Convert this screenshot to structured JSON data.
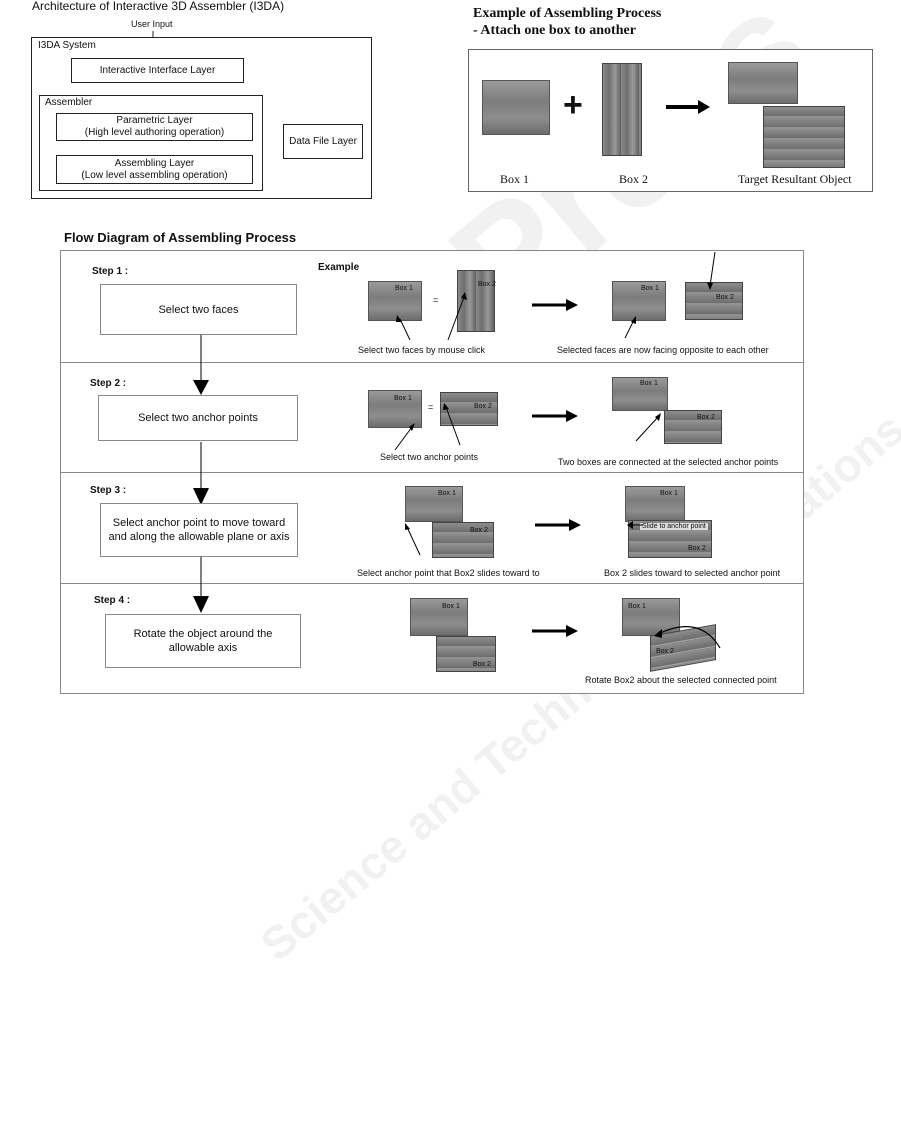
{
  "architecture": {
    "title": "Architecture of Interactive 3D Assembler (I3DA)",
    "user_input": "User Input",
    "system_label": "I3DA System",
    "interface_layer": "Interactive Interface Layer",
    "assembler_label": "Assembler",
    "parametric_layer": [
      "Parametric Layer",
      "(High level authoring operation)"
    ],
    "assembling_layer": [
      "Assembling Layer",
      "(Low level assembling operation)"
    ],
    "data_file_layer": "Data File Layer"
  },
  "example": {
    "title_line1": "Example of Assembling Process",
    "title_line2": "- Attach one box to another",
    "plus": "+",
    "labels": [
      "Box 1",
      "Box 2",
      "Target Resultant Object"
    ]
  },
  "flow": {
    "title": "Flow Diagram of Assembling Process",
    "example_label": "Example",
    "box1": "Box 1",
    "box2": "Box 2",
    "steps": [
      {
        "label": "Step 1 :",
        "text": "Select two faces",
        "caption_left": "Select two faces by mouse click",
        "caption_right": "Selected faces are now facing opposite to each other"
      },
      {
        "label": "Step 2 :",
        "text": "Select two anchor points",
        "caption_left": "Select two anchor points",
        "caption_right": "Two boxes are connected at the selected anchor points"
      },
      {
        "label": "Step 3 :",
        "text": "Select anchor point to move toward and along the allowable plane or axis",
        "caption_left": "Select anchor point that Box2 slides toward to",
        "caption_right": "Box 2 slides toward to selected anchor point",
        "slide_note": "Slide to anchor point"
      },
      {
        "label": "Step 4 :",
        "text": "Rotate the object around the allowable axis",
        "caption_right": "Rotate Box2 about the selected connected point"
      }
    ]
  },
  "watermark": {
    "big": "SciTePress",
    "small": "Science and Technology Publications"
  }
}
